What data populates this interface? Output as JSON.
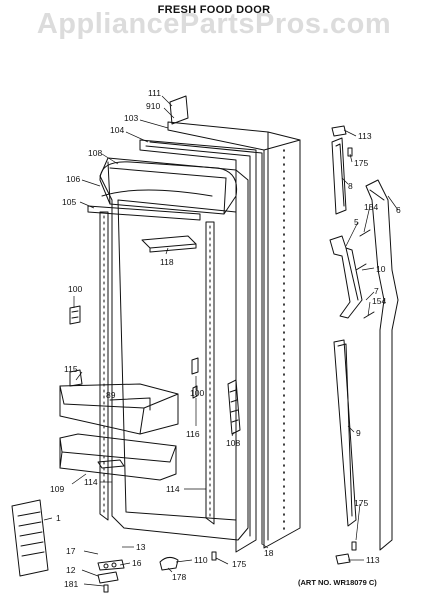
{
  "watermark": "AppliancePartsPros.com",
  "title": "FRESH FOOD DOOR",
  "art_number": "(ART NO. WR18079 C)",
  "colors": {
    "ink": "#111111",
    "watermark": "#dcdcdc",
    "background": "#ffffff"
  },
  "callouts": [
    {
      "id": "c111",
      "text": "111"
    },
    {
      "id": "c910",
      "text": "910"
    },
    {
      "id": "c103",
      "text": "103"
    },
    {
      "id": "c104",
      "text": "104"
    },
    {
      "id": "c108a",
      "text": "108"
    },
    {
      "id": "c106",
      "text": "106"
    },
    {
      "id": "c105",
      "text": "105"
    },
    {
      "id": "c118",
      "text": "118"
    },
    {
      "id": "c100a",
      "text": "100"
    },
    {
      "id": "c115",
      "text": "115"
    },
    {
      "id": "c89",
      "text": "89"
    },
    {
      "id": "c100b",
      "text": "100"
    },
    {
      "id": "c116",
      "text": "116"
    },
    {
      "id": "c108b",
      "text": "108"
    },
    {
      "id": "c109",
      "text": "109"
    },
    {
      "id": "c114a",
      "text": "114"
    },
    {
      "id": "c114b",
      "text": "114"
    },
    {
      "id": "c1",
      "text": "1"
    },
    {
      "id": "c17",
      "text": "17"
    },
    {
      "id": "c13",
      "text": "13"
    },
    {
      "id": "c12",
      "text": "12"
    },
    {
      "id": "c16",
      "text": "16"
    },
    {
      "id": "c181",
      "text": "181"
    },
    {
      "id": "c178",
      "text": "178"
    },
    {
      "id": "c110",
      "text": "110"
    },
    {
      "id": "c175a",
      "text": "175"
    },
    {
      "id": "c18",
      "text": "18"
    },
    {
      "id": "c113a",
      "text": "113"
    },
    {
      "id": "c175b",
      "text": "175"
    },
    {
      "id": "c8",
      "text": "8"
    },
    {
      "id": "c6",
      "text": "6"
    },
    {
      "id": "c154a",
      "text": "154"
    },
    {
      "id": "c5",
      "text": "5"
    },
    {
      "id": "c10",
      "text": "10"
    },
    {
      "id": "c7",
      "text": "7"
    },
    {
      "id": "c154b",
      "text": "154"
    },
    {
      "id": "c9",
      "text": "9"
    },
    {
      "id": "c175c",
      "text": "175"
    },
    {
      "id": "c113b",
      "text": "113"
    }
  ]
}
